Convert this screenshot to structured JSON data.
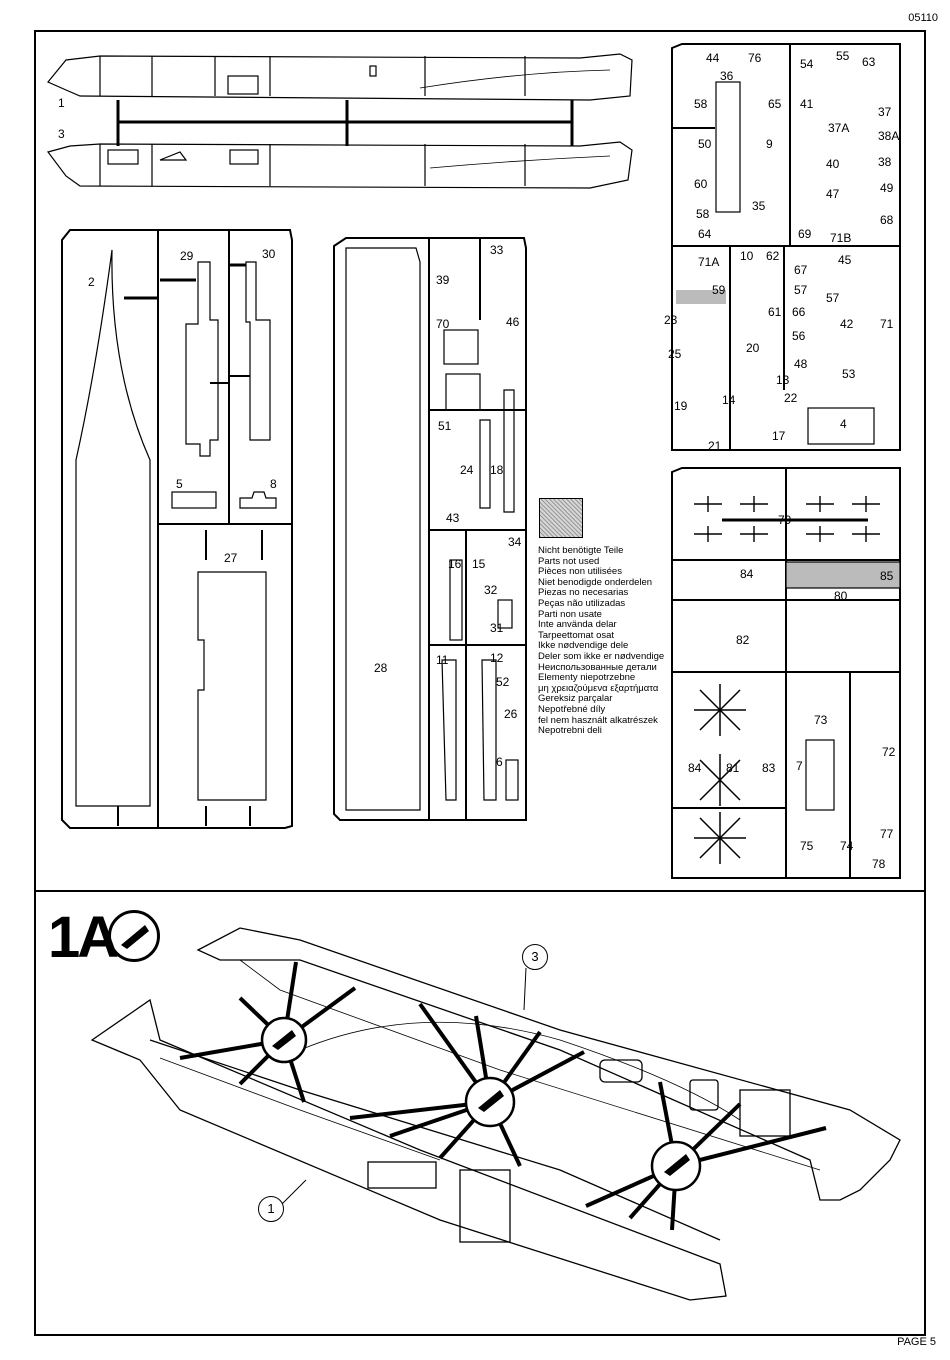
{
  "document": {
    "code": "05110",
    "page": "PAGE 5"
  },
  "sprue_labels": {
    "hull_left": "1",
    "hull_right": "3",
    "deck": "2",
    "p29": "29",
    "p30": "30",
    "p5": "5",
    "p8": "8",
    "p27": "27",
    "p28": "28",
    "p39": "39",
    "p33": "33",
    "p70": "70",
    "p46": "46",
    "p51": "51",
    "p24": "24",
    "p18": "18",
    "p43": "43",
    "p16": "16",
    "p15": "15",
    "p34": "34",
    "p32": "32",
    "p31": "31",
    "p11": "11",
    "p12": "12",
    "p52": "52",
    "p26": "26",
    "p6": "6",
    "p44": "44",
    "p76": "76",
    "p36": "36",
    "p54": "54",
    "p55": "55",
    "p63": "63",
    "p58a": "58",
    "p65": "65",
    "p41": "41",
    "p37": "37",
    "p50": "50",
    "p9": "9",
    "p37A": "37A",
    "p38A": "38A",
    "p40": "40",
    "p38": "38",
    "p60": "60",
    "p47": "47",
    "p49": "49",
    "p58b": "58",
    "p35": "35",
    "p64": "64",
    "p69": "69",
    "p71B": "71B",
    "p68": "68",
    "p71A": "71A",
    "p10": "10",
    "p62": "62",
    "p45": "45",
    "p67": "67",
    "p59": "59",
    "p57a": "57",
    "p57b": "57",
    "p23": "23",
    "p61": "61",
    "p66": "66",
    "p42": "42",
    "p71": "71",
    "p25": "25",
    "p20": "20",
    "p56": "56",
    "p48": "48",
    "p53": "53",
    "p13": "13",
    "p14": "14",
    "p22": "22",
    "p19": "19",
    "p4": "4",
    "p17": "17",
    "p21": "21",
    "p79": "79",
    "p84": "84",
    "p85": "85",
    "p80": "80",
    "p82": "82",
    "p73": "73",
    "p72": "72",
    "p7": "7",
    "p84b": "84",
    "p81": "81",
    "p83": "83",
    "p77": "77",
    "p75": "75",
    "p74": "74",
    "p78": "78"
  },
  "unused_parts_notice": [
    "Nicht benötigte Teile",
    "Parts not used",
    "Pièces non utilisées",
    "Niet benodigde onderdelen",
    "Piezas no necesarias",
    "Peças não utilizadas",
    "Parti non usate",
    "Inte använda delar",
    "Tarpeettomat osat",
    "Ikke nødvendige dele",
    "Deler som ikke er nødvendige",
    "Неиспользованные детали",
    "Elementy niepotrzebne",
    "μη χρειαζούμενα εξαρτήματα",
    "Gereksiz parçalar",
    "Nepotřebné díly",
    "fel nem használt alkatrészek",
    "Nepotrebni deli"
  ],
  "step": {
    "label": "1A",
    "callout_right": "3",
    "callout_left": "1"
  }
}
